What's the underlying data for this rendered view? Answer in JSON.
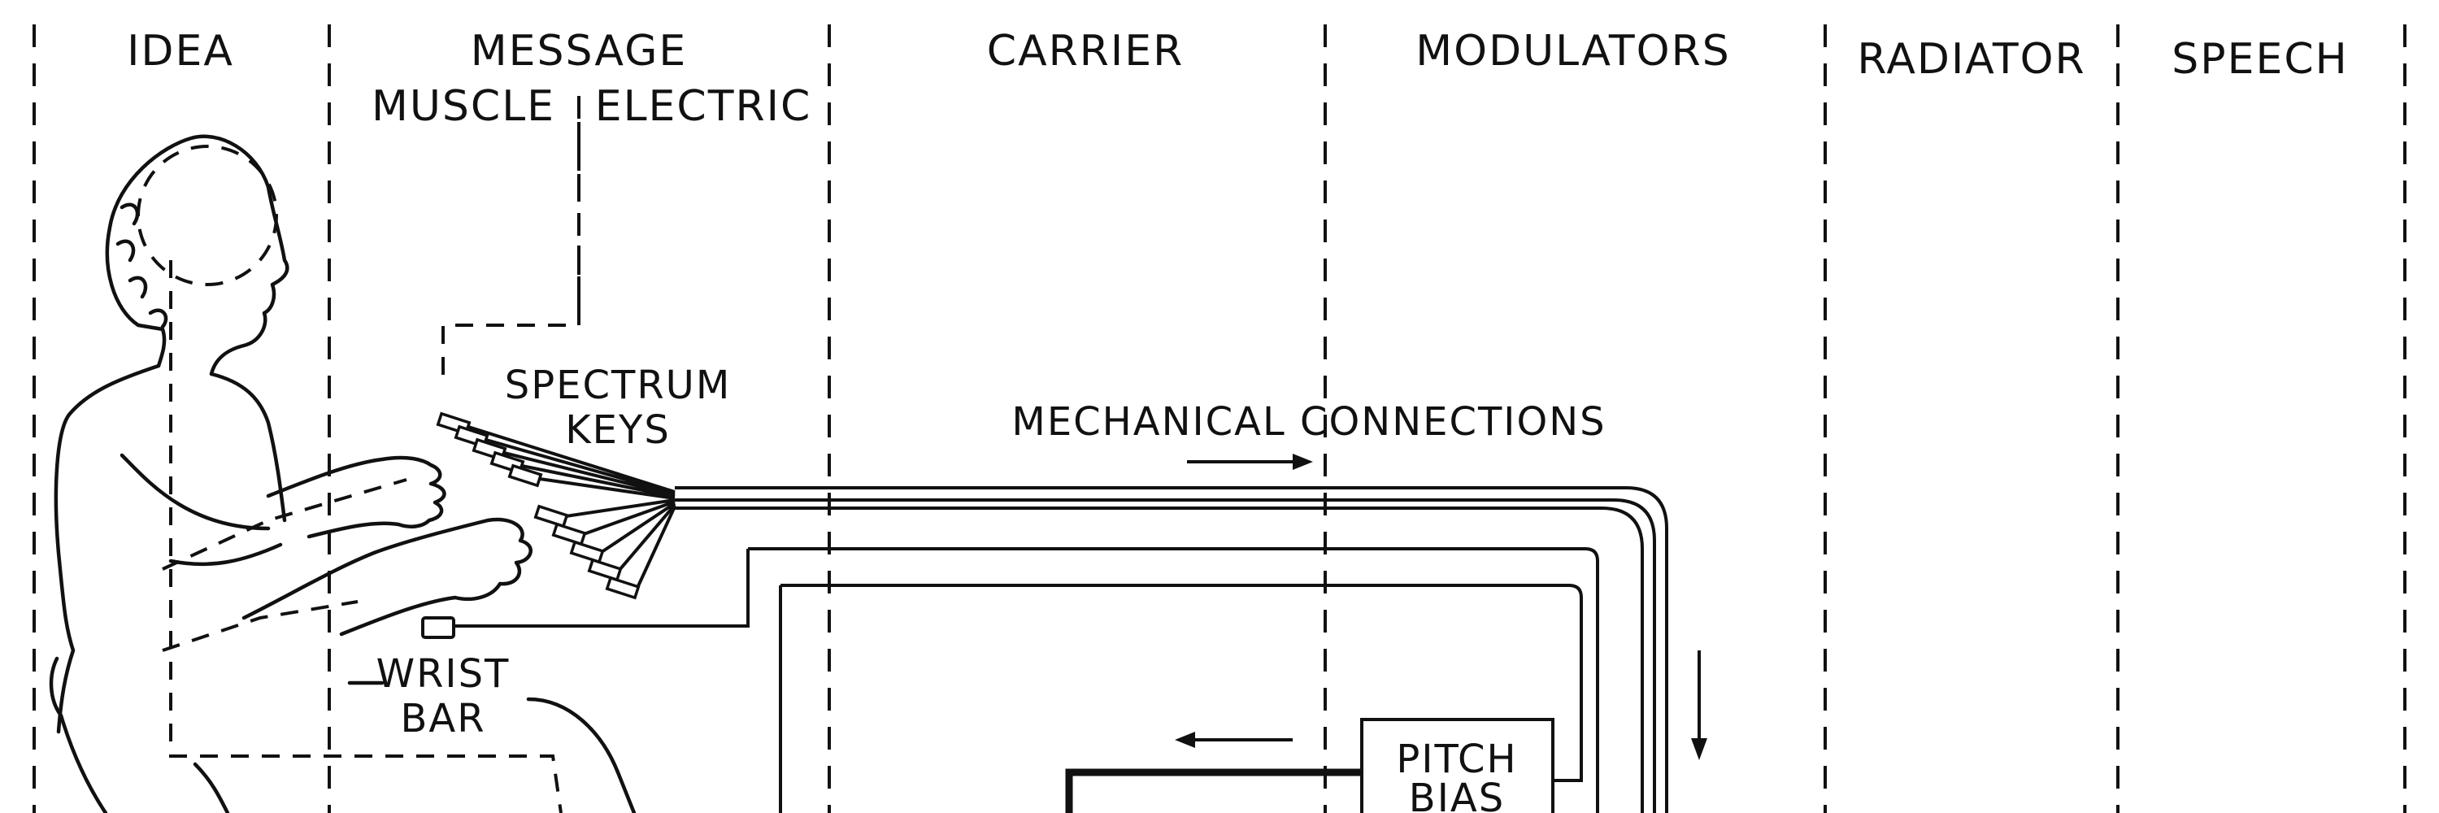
{
  "columns": {
    "idea": "IDEA",
    "message": "MESSAGE",
    "message_muscle": "MUSCLE",
    "message_electric": "ELECTRIC",
    "carrier": "CARRIER",
    "modulators": "MODULATORS",
    "radiator": "RADIATOR",
    "speech": "SPEECH"
  },
  "labels": {
    "spectrum_keys_line1": "SPECTRUM",
    "spectrum_keys_line2": "KEYS",
    "mechanical_connections": "MECHANICAL CONNECTIONS",
    "wrist_bar_line1": "WRIST",
    "wrist_bar_line2": "BAR",
    "pitch_bias_line1": "PITCH",
    "pitch_bias_line2": "BIAS"
  },
  "colors": {
    "ink": "#111111",
    "paper": "#ffffff"
  }
}
